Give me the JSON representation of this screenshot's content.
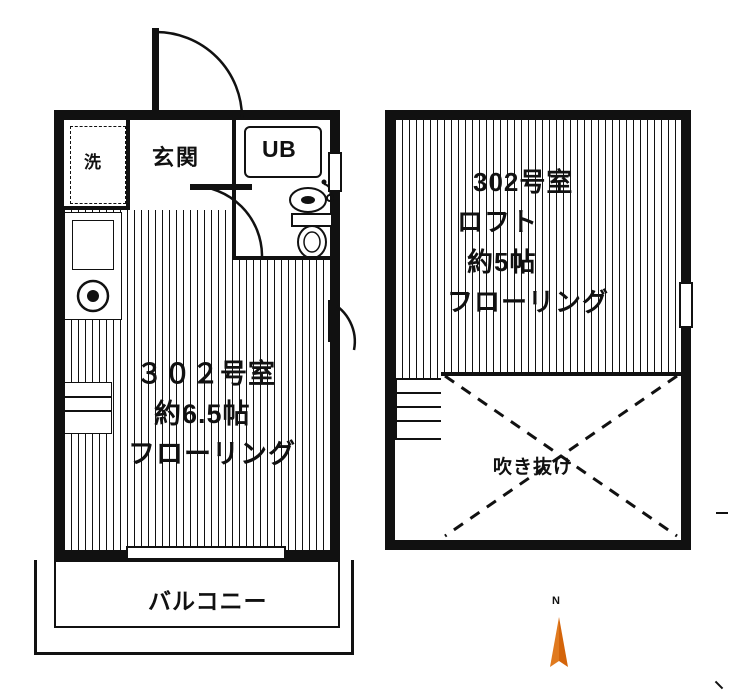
{
  "figure": {
    "type": "floor-plan",
    "title_visible": false
  },
  "left_plan": {
    "name": "main-floor-plan",
    "rooms": [
      {
        "id": "washer",
        "label": "洗",
        "kind": "laundry-space"
      },
      {
        "id": "entrance",
        "label": "玄関",
        "kind": "entrance"
      },
      {
        "id": "unit-bath",
        "label": "UB",
        "kind": "unit-bath"
      }
    ],
    "main_room_label": {
      "line1": "３０２号室",
      "line2": "約6.5帖",
      "line3": "フローリング"
    },
    "balcony_label": "バルコニー"
  },
  "right_plan": {
    "name": "loft-floor-plan",
    "loft_label": {
      "line1": "302号室",
      "line2": "ロフト",
      "line3": "約5帖",
      "line4": "フローリング"
    },
    "void_label": "吹き抜け"
  },
  "compass": {
    "label": "N",
    "needle_color": "#e07a1f"
  },
  "colors": {
    "wall": "#111111",
    "background": "#ffffff",
    "floor_hatch": "#111111",
    "compass_accent": "#e07a1f"
  }
}
